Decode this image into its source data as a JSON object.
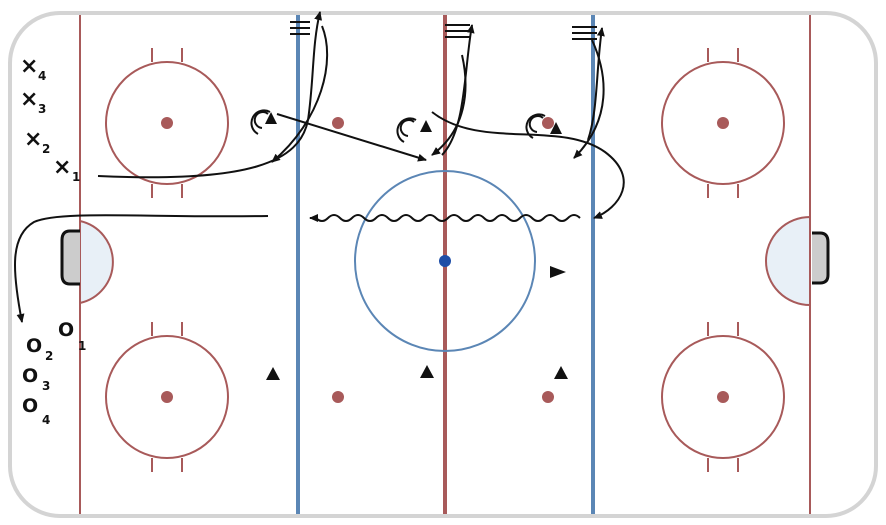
{
  "diagram": {
    "type": "hockey-drill",
    "colors": {
      "rink_line_red": "#a85a5a",
      "blue_line": "#5b86b5",
      "center_dot": "#1f4fa8",
      "crease_fill": "#e8f0f7",
      "net_fill": "#cccccc",
      "ink": "#111111"
    },
    "x_players": [
      {
        "mark": "×",
        "number": "4"
      },
      {
        "mark": "×",
        "number": "3"
      },
      {
        "mark": "×",
        "number": "2"
      },
      {
        "mark": "×",
        "number": "1"
      }
    ],
    "o_players": [
      {
        "mark": "O",
        "number": "1"
      },
      {
        "mark": "O",
        "number": "2"
      },
      {
        "mark": "O",
        "number": "3"
      },
      {
        "mark": "O",
        "number": "4"
      }
    ],
    "pylons_count": 7,
    "pivot_icons_count": 3,
    "pass_markers_count": 3
  }
}
